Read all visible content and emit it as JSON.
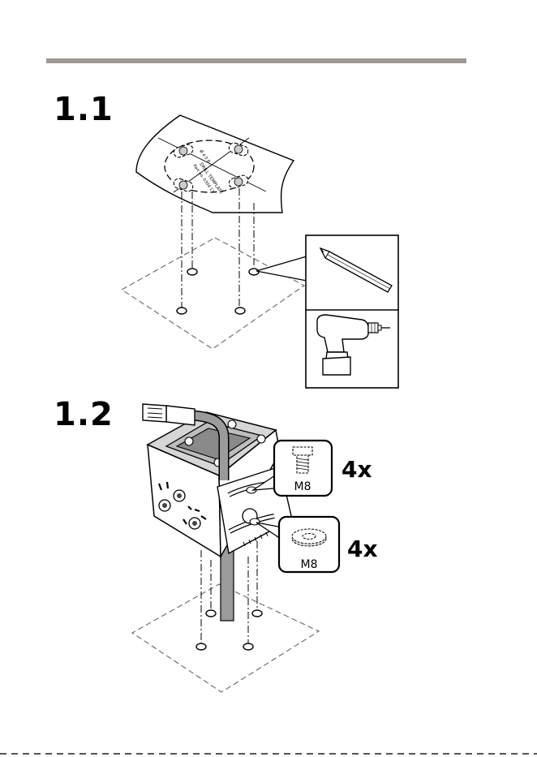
{
  "steps": {
    "step1": "1.1",
    "step2": "1.2"
  },
  "template": {
    "line1": "Ø 4 0 B ...",
    "line2": "DRILL TEMPLATE",
    "line3": "Part no. 0304 13"
  },
  "fasteners": {
    "screw_label": "M8",
    "screw_qty": "4x",
    "washer_label": "M8",
    "washer_qty": "4x"
  },
  "colors": {
    "rule": "#a39795",
    "line": "#000000",
    "shade": "#8a8a8a",
    "light": "#d4d4d4"
  }
}
